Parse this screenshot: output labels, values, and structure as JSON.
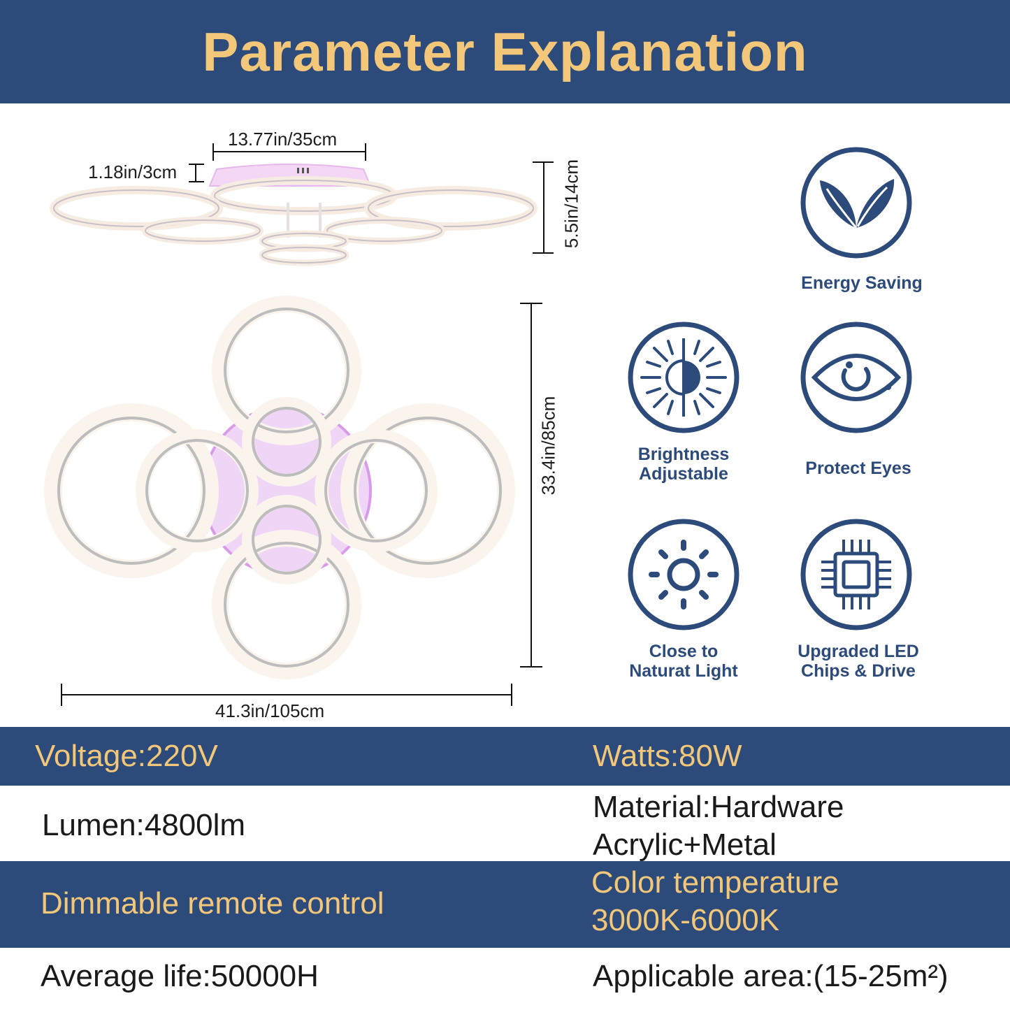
{
  "header": {
    "title": "Parameter Explanation"
  },
  "dimensions": {
    "top_width": "13.77in/35cm",
    "base_height": "1.18in/3cm",
    "side_height": "5.5in/14cm",
    "front_height": "33.4in/85cm",
    "front_width": "41.3in/105cm"
  },
  "features": [
    {
      "icon": "leaf-icon",
      "label_line1": "Energy Saving",
      "label_line2": ""
    },
    {
      "icon": "half-sun-icon",
      "label_line1": "Brightness",
      "label_line2": "Adjustable"
    },
    {
      "icon": "eye-icon",
      "label_line1": "Protect Eyes",
      "label_line2": ""
    },
    {
      "icon": "sun-icon",
      "label_line1": "Close to",
      "label_line2": "Naturat Light"
    },
    {
      "icon": "chip-icon",
      "label_line1": "Upgraded LED",
      "label_line2": "Chips & Drive"
    }
  ],
  "specs": {
    "voltage": "Voltage:220V",
    "watts": "Watts:80W",
    "lumen": "Lumen:4800lm",
    "material_line1": "Material:Hardware",
    "material_line2": "Acrylic+Metal",
    "dimmable": "Dimmable remote control",
    "color_temp_line1": "Color temperature",
    "color_temp_line2": "3000K-6000K",
    "life": "Average life:50000H",
    "area": "Applicable area:(15-25m²)"
  },
  "colors": {
    "navy": "#2d4b7a",
    "gold": "#f2c77a",
    "ring": "#fbf4ec",
    "ring_inner": "#bdbdbd",
    "accent_pink": "#d89be8"
  }
}
